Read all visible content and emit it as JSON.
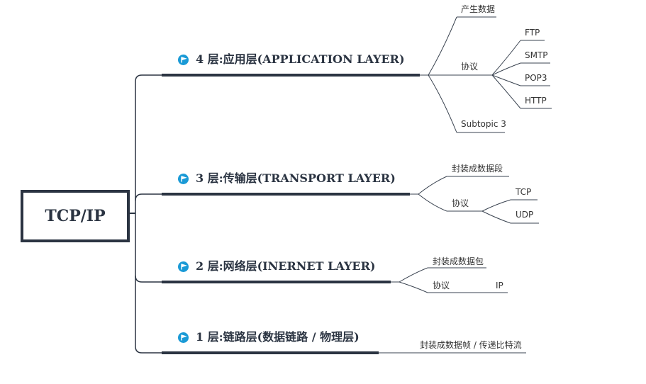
{
  "root": {
    "label": "TCP/IP"
  },
  "layers": [
    {
      "title": "4 层:应用层(APPLICATION LAYER)",
      "children": {
        "produce": "产生数据",
        "protocol": "协议",
        "protocols": [
          "FTP",
          "SMTP",
          "POP3",
          "HTTP"
        ],
        "extra": "Subtopic 3"
      }
    },
    {
      "title": "3 层:传输层(TRANSPORT LAYER)",
      "children": {
        "encap": "封装成数据段",
        "protocol": "协议",
        "protocols": [
          "TCP",
          "UDP"
        ]
      }
    },
    {
      "title": "2 层:网络层(INERNET LAYER)",
      "children": {
        "encap": "封装成数据包",
        "protocol": "协议",
        "protocols": [
          "IP"
        ]
      }
    },
    {
      "title": "1 层:链路层(数据链路 / 物理层)",
      "children": {
        "encap": "封装成数据帧 / 传递比特流"
      }
    }
  ],
  "colors": {
    "trunk": "#2b3442",
    "branch": "#3a4350",
    "flag": "#1a9ad6"
  },
  "icons": {
    "layer_marker": "flag-icon"
  }
}
